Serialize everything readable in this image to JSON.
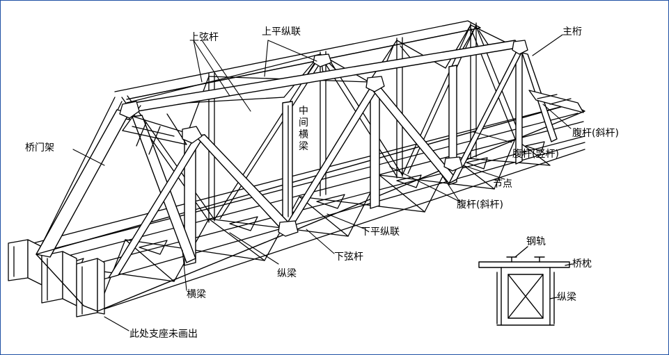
{
  "labels": {
    "upper_chord": "上弦杆",
    "upper_lateral_bracing": "上平纵联",
    "main_truss": "主桁",
    "intermediate_crossbeam": "中间横梁",
    "portal_frame": "桥门架",
    "web_diagonal_top": "腹杆(斜杆)",
    "web_vertical": "腹杆(竖杆)",
    "panel_point": "节点",
    "web_diagonal_mid": "腹杆(斜杆)",
    "lower_lateral_bracing": "下平纵联",
    "lower_chord": "下弦杆",
    "stringer": "纵梁",
    "floor_beam": "横梁",
    "bearing_note": "此处支座未画出",
    "rail": "钢轨",
    "sleeper": "桥枕",
    "detail_stringer": "纵梁"
  },
  "colors": {
    "frame": "#1d4fa3",
    "line": "#000000",
    "member_fill": "#ffffff"
  }
}
